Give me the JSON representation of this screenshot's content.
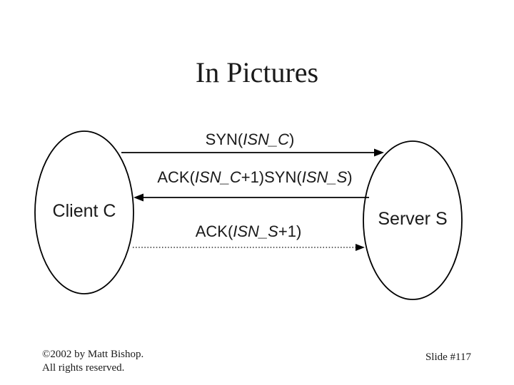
{
  "title": "In Pictures",
  "nodes": [
    {
      "name": "client",
      "label": "Client C"
    },
    {
      "name": "server",
      "label": "Server S"
    }
  ],
  "messages": [
    {
      "name": "syn",
      "direction": "client-to-server",
      "line_style": "solid",
      "segments": {
        "s1": "SYN(",
        "s2": "ISN_C",
        "s3": ")"
      }
    },
    {
      "name": "ack-syn",
      "direction": "server-to-client",
      "line_style": "solid",
      "segments": {
        "s1": "ACK(",
        "s2": "ISN_C",
        "s3": "+1)SYN(",
        "s4": "ISN_S",
        "s5": ")"
      }
    },
    {
      "name": "ack",
      "direction": "client-to-server",
      "line_style": "dotted",
      "segments": {
        "s1": "ACK(",
        "s2": "ISN_S",
        "s3": "+1)"
      }
    }
  ],
  "footer": {
    "copyright_line1": "©2002 by Matt Bishop.",
    "copyright_line2": "All rights reserved.",
    "slide_number": "Slide #117"
  },
  "colors": {
    "text": "#1a1a1a",
    "line": "#000000",
    "background": "#ffffff"
  }
}
